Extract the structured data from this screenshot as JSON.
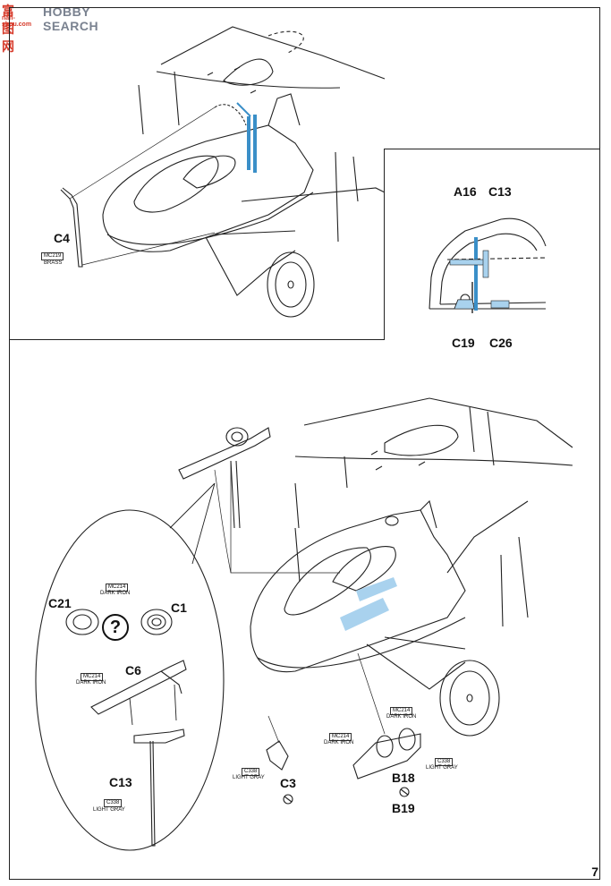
{
  "watermark": {
    "cn": "富图网",
    "brand": "HOBBY SEARCH",
    "url": "nan-shou.com"
  },
  "page_number": "7",
  "top_view": {
    "part_c4": "C4",
    "paint_c4_code": "MC219",
    "paint_c4_name": "BRASS"
  },
  "inset_view": {
    "part_a16": "A16",
    "part_c13": "C13",
    "part_c19": "C19",
    "part_c26": "C26"
  },
  "bottom_view": {
    "part_c21": "C21",
    "part_c1": "C1",
    "paint_c1_code": "MC214",
    "paint_c1_name": "DARK IRON",
    "question": "?",
    "part_c6": "C6",
    "paint_c6_code": "MC214",
    "paint_c6_name": "DARK IRON",
    "part_c13": "C13",
    "paint_c13_code": "C338",
    "paint_c13_name": "LIGHT GRAY",
    "part_c3": "C3",
    "paint_c3_code": "C338",
    "paint_c3_name": "LIGHT GRAY",
    "paint_b18a_code": "MC214",
    "paint_b18a_name": "DARK IRON",
    "paint_b18b_code": "MC214",
    "paint_b18b_name": "DARK IRON",
    "paint_b18c_code": "C338",
    "paint_b18c_name": "LIGHT GRAY",
    "part_b18": "B18",
    "part_b19": "B19"
  },
  "colors": {
    "highlight": "#3a8fc8",
    "light_blue": "#a9d2ee",
    "line": "#222222"
  }
}
